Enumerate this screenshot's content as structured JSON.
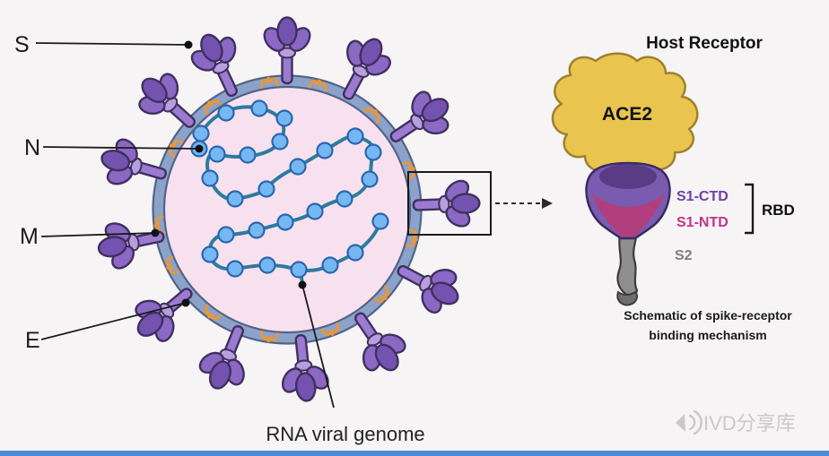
{
  "diagram": {
    "virus": {
      "labels": {
        "s": "S",
        "n": "N",
        "m": "M",
        "e": "E",
        "rna_genome": "RNA viral genome"
      }
    },
    "receptor_schematic": {
      "title": "Host Receptor",
      "ace2_label": "ACE2",
      "s1_ctd_label": "S1-CTD",
      "s1_ntd_label": "S1-NTD",
      "s2_label": "S2",
      "rbd_label": "RBD",
      "caption_line1": "Schematic of spike-receptor",
      "caption_line2": "binding mechanism"
    },
    "watermark": "IVD分享库",
    "colors": {
      "spike_purple": "#8a68c4",
      "spike_dark_purple": "#7452b0",
      "membrane_blue_gray": "#8ba2c9",
      "interior_pink": "#f7e1ef",
      "m_protein_orange": "#e8973c",
      "rna_teal": "#2e7b9e",
      "n_protein_blue": "#74b7f3",
      "ace2_yellow": "#e9c550",
      "s1_ctd_purple": "#7040a8",
      "s1_ntd_magenta": "#c2328c",
      "s2_gray": "#7d7d7d",
      "bottom_bar_blue": "#4d8bd3"
    }
  }
}
